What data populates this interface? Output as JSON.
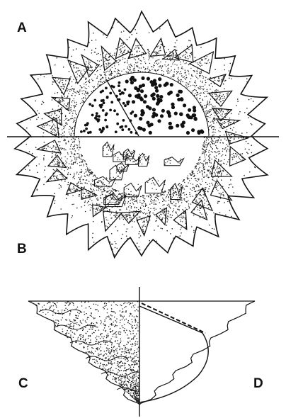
{
  "figure": {
    "panel_labels": {
      "a": "A",
      "b": "B",
      "c": "C",
      "d": "D"
    },
    "colors": {
      "ink": "#111111",
      "paper": "#ffffff",
      "stipple": "#222222"
    },
    "dot_density": {
      "outer_wall": 0.6,
      "inner_wall": 1.0,
      "dense_band": 1.0,
      "ring": 1.0
    }
  }
}
